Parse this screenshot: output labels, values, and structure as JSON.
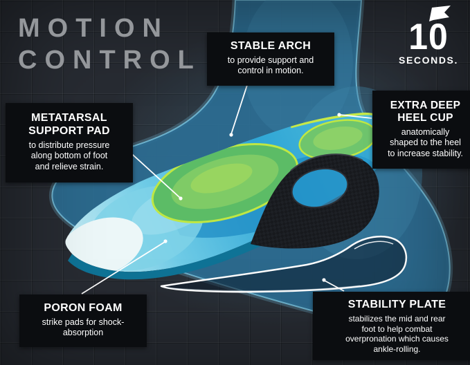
{
  "title": {
    "line1": "MOTION",
    "line2": "CONTROL"
  },
  "brand": {
    "number": "10",
    "name": "SECONDS."
  },
  "callouts": [
    {
      "id": "stable-arch",
      "title": "STABLE ARCH",
      "body": "to provide support and control in motion."
    },
    {
      "id": "metatarsal-support-pad",
      "title": "METATARSAL SUPPORT PAD",
      "body": "to distribute pressure along bottom of foot and relieve strain."
    },
    {
      "id": "extra-deep-heel-cup",
      "title": "EXTRA DEEP HEEL CUP",
      "body": "anatomically shaped to the heel to increase stability."
    },
    {
      "id": "poron-foam",
      "title": "PORON FOAM",
      "body": "strike pads for shock-absorption"
    },
    {
      "id": "stability-plate",
      "title": "STABILITY PLATE",
      "body": "stabilizes the mid and rear foot to help combat overpronation which causes ankle-rolling."
    }
  ],
  "colors": {
    "background": "#272b32",
    "callout_bg": "#0b0d10",
    "title_gray": "#94979b",
    "foot_blue": "#2c6d92",
    "insole_cyan": "#49b8d8",
    "pad_green": "#6fc56d",
    "rim_lime": "#cdeb3f",
    "carbon_black": "#17191d",
    "plate_outline": "#ffffff"
  }
}
